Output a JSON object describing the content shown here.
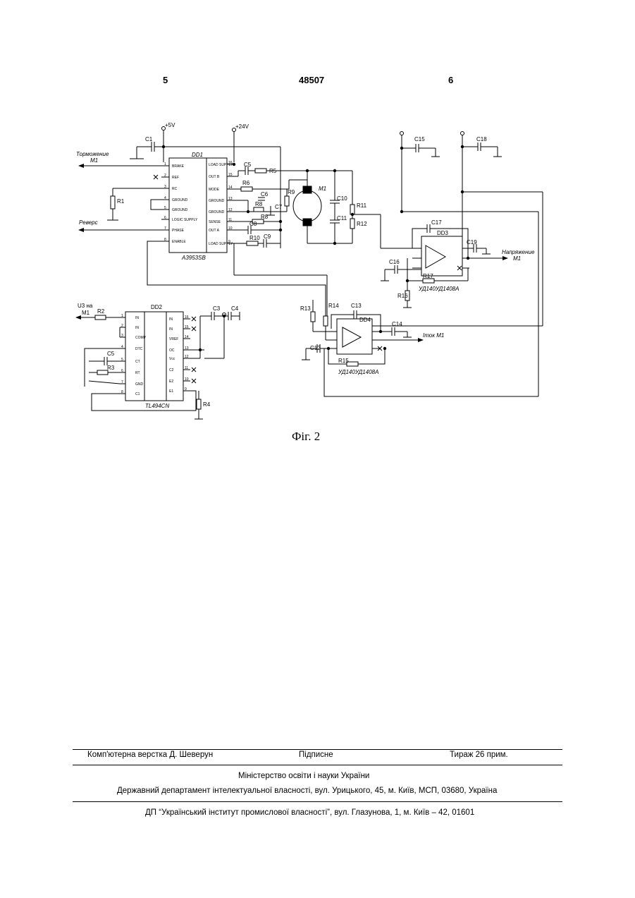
{
  "header": {
    "page_left": "5",
    "patent_number": "48507",
    "page_right": "6"
  },
  "figure": {
    "caption": "Фіг. 2",
    "supply_5v": "+5V",
    "supply_24v": "+24V",
    "chips": {
      "dd1": {
        "ref": "DD1",
        "part": "A3953SB",
        "left_pins": [
          {
            "num": "1",
            "label": "BRAKE"
          },
          {
            "num": "2",
            "label": "REF"
          },
          {
            "num": "3",
            "label": "RC"
          },
          {
            "num": "4",
            "label": "GROUND"
          },
          {
            "num": "5",
            "label": "GROUND"
          },
          {
            "num": "6",
            "label": "LOGIC SUPPLY"
          },
          {
            "num": "7",
            "label": "PHASE"
          },
          {
            "num": "8",
            "label": "ENABLE"
          }
        ],
        "right_pins": [
          {
            "num": "16",
            "label": "LOAD SUPPLY"
          },
          {
            "num": "15",
            "label": "OUT B"
          },
          {
            "num": "14",
            "label": "MODE"
          },
          {
            "num": "13",
            "label": "GROUND"
          },
          {
            "num": "12",
            "label": "GROUND"
          },
          {
            "num": "11",
            "label": "SENSE"
          },
          {
            "num": "10",
            "label": "OUT A"
          },
          {
            "num": "9",
            "label": "LOAD SUPPLY"
          }
        ]
      },
      "dd2": {
        "ref": "DD2",
        "part": "TL494CN",
        "left_pins": [
          {
            "num": "1",
            "label": "IN"
          },
          {
            "num": "2",
            "label": "IN"
          },
          {
            "num": "3",
            "label": "COMP"
          },
          {
            "num": "4",
            "label": "DTC"
          },
          {
            "num": "5",
            "label": "CT"
          },
          {
            "num": "6",
            "label": "RT"
          },
          {
            "num": "7",
            "label": "GND"
          },
          {
            "num": "8",
            "label": "C1"
          }
        ],
        "right_pins": [
          {
            "num": "16",
            "label": "IN"
          },
          {
            "num": "15",
            "label": "IN"
          },
          {
            "num": "14",
            "label": "VREF"
          },
          {
            "num": "13",
            "label": "OC"
          },
          {
            "num": "12",
            "label": "Vcc"
          },
          {
            "num": "11",
            "label": "C2"
          },
          {
            "num": "10",
            "label": "E2"
          },
          {
            "num": "9",
            "label": "E1"
          }
        ]
      },
      "dd3": {
        "ref": "DD3",
        "part": "УД140УД1408А"
      },
      "dd4": {
        "ref": "DD4",
        "part": "УД140УД1408А"
      }
    },
    "components": {
      "c1": "C1",
      "c3": "C3",
      "c4": "C4",
      "c5": "C5",
      "c6": "C6",
      "c7": "C7",
      "c8": "C8",
      "c9": "C9",
      "c10": "C10",
      "c11": "C11",
      "c12": "C12",
      "c13": "C13",
      "c14": "C14",
      "c15": "C15",
      "c16": "C16",
      "c17": "C17",
      "c18": "C18",
      "c19": "C19",
      "c56": "C5",
      "r1": "R1",
      "r2": "R2",
      "r3": "R3",
      "r4": "R4",
      "r5": "R5",
      "r6": "R6",
      "r8": "R8",
      "r9": "R9",
      "r10": "R10",
      "r11": "R11",
      "r12": "R12",
      "r13": "R13",
      "r14": "R14",
      "r15": "R15",
      "r16": "R16",
      "r17": "R17",
      "m1": "M1"
    },
    "signals": {
      "brake_line1": "Торможение",
      "brake_line2": "M1",
      "reverse": "Реверс",
      "voltage_line1": "Напряжение",
      "voltage_line2": "M1",
      "current": "Iток M1",
      "u_line1": "U3 на",
      "u_line2": "M1"
    }
  },
  "footer": {
    "layout_credit": "Комп'ютерна верстка Д. Шеверун",
    "subscription": "Підписне",
    "circulation": "Тираж 26 прим.",
    "ministry": "Міністерство освіти і науки України",
    "department": "Державний департамент інтелектуальної власності, вул. Урицького, 45, м. Київ, МСП, 03680, Україна",
    "institute": "ДП “Український інститут промислової власності”, вул. Глазунова, 1, м. Київ – 42, 01601"
  }
}
